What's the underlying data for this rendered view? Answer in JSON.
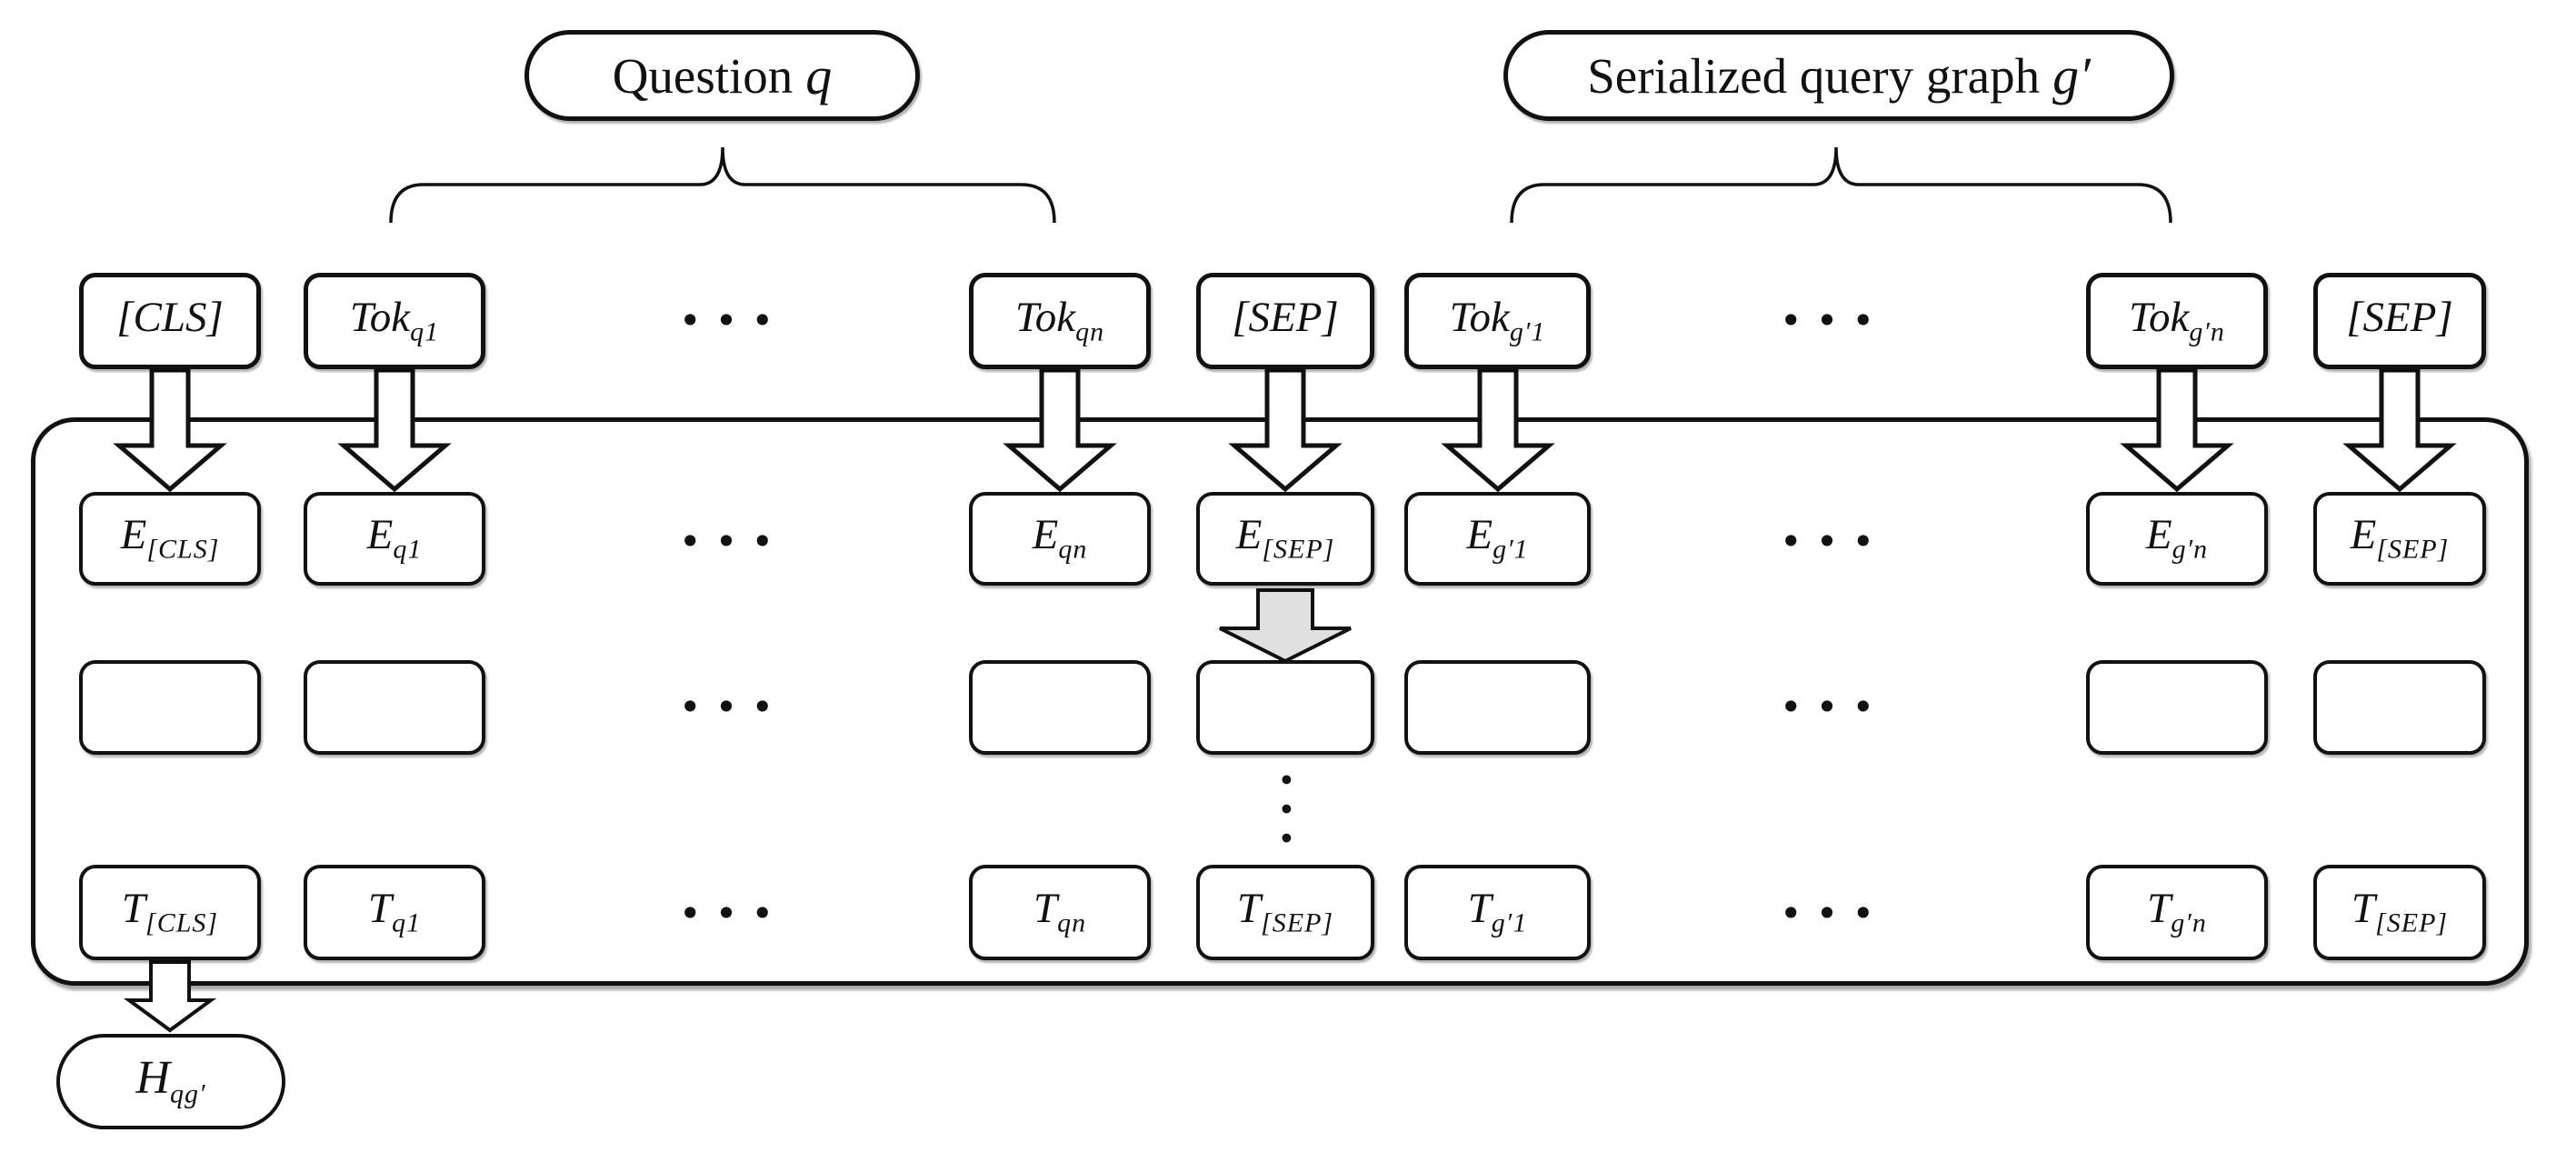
{
  "diagram": {
    "question_pill": {
      "prefix": "Question",
      "var": "q"
    },
    "graph_pill": {
      "prefix": "Serialized query graph",
      "var": "g′"
    },
    "output_oval": {
      "base": "H",
      "sub": "qg′"
    },
    "ellipsis": "•••",
    "colors": {
      "ink": "#111111",
      "background": "#ffffff",
      "highlight_arrow_fill": "#e0e0e0"
    }
  },
  "columns": [
    {
      "type": "box",
      "token": {
        "base": "[CLS]",
        "sub": ""
      },
      "embedding": {
        "base": "E",
        "sub": "[CLS]"
      },
      "final": {
        "base": "T",
        "sub": "[CLS]"
      }
    },
    {
      "type": "box",
      "token": {
        "base": "Tok",
        "sub": "q1"
      },
      "embedding": {
        "base": "E",
        "sub": "q1"
      },
      "final": {
        "base": "T",
        "sub": "q1"
      }
    },
    {
      "type": "dots"
    },
    {
      "type": "box",
      "token": {
        "base": "Tok",
        "sub": "qn"
      },
      "embedding": {
        "base": "E",
        "sub": "qn"
      },
      "final": {
        "base": "T",
        "sub": "qn"
      }
    },
    {
      "type": "box",
      "token": {
        "base": "[SEP]",
        "sub": ""
      },
      "embedding": {
        "base": "E",
        "sub": "[SEP]"
      },
      "final": {
        "base": "T",
        "sub": "[SEP]"
      }
    },
    {
      "type": "box",
      "token": {
        "base": "Tok",
        "sub": "g′1"
      },
      "embedding": {
        "base": "E",
        "sub": "g′1"
      },
      "final": {
        "base": "T",
        "sub": "g′1"
      }
    },
    {
      "type": "dots"
    },
    {
      "type": "box",
      "token": {
        "base": "Tok",
        "sub": "g′n"
      },
      "embedding": {
        "base": "E",
        "sub": "g′n"
      },
      "final": {
        "base": "T",
        "sub": "g′n"
      }
    },
    {
      "type": "box",
      "token": {
        "base": "[SEP]",
        "sub": ""
      },
      "embedding": {
        "base": "E",
        "sub": "[SEP]"
      },
      "final": {
        "base": "T",
        "sub": "[SEP]"
      }
    }
  ]
}
